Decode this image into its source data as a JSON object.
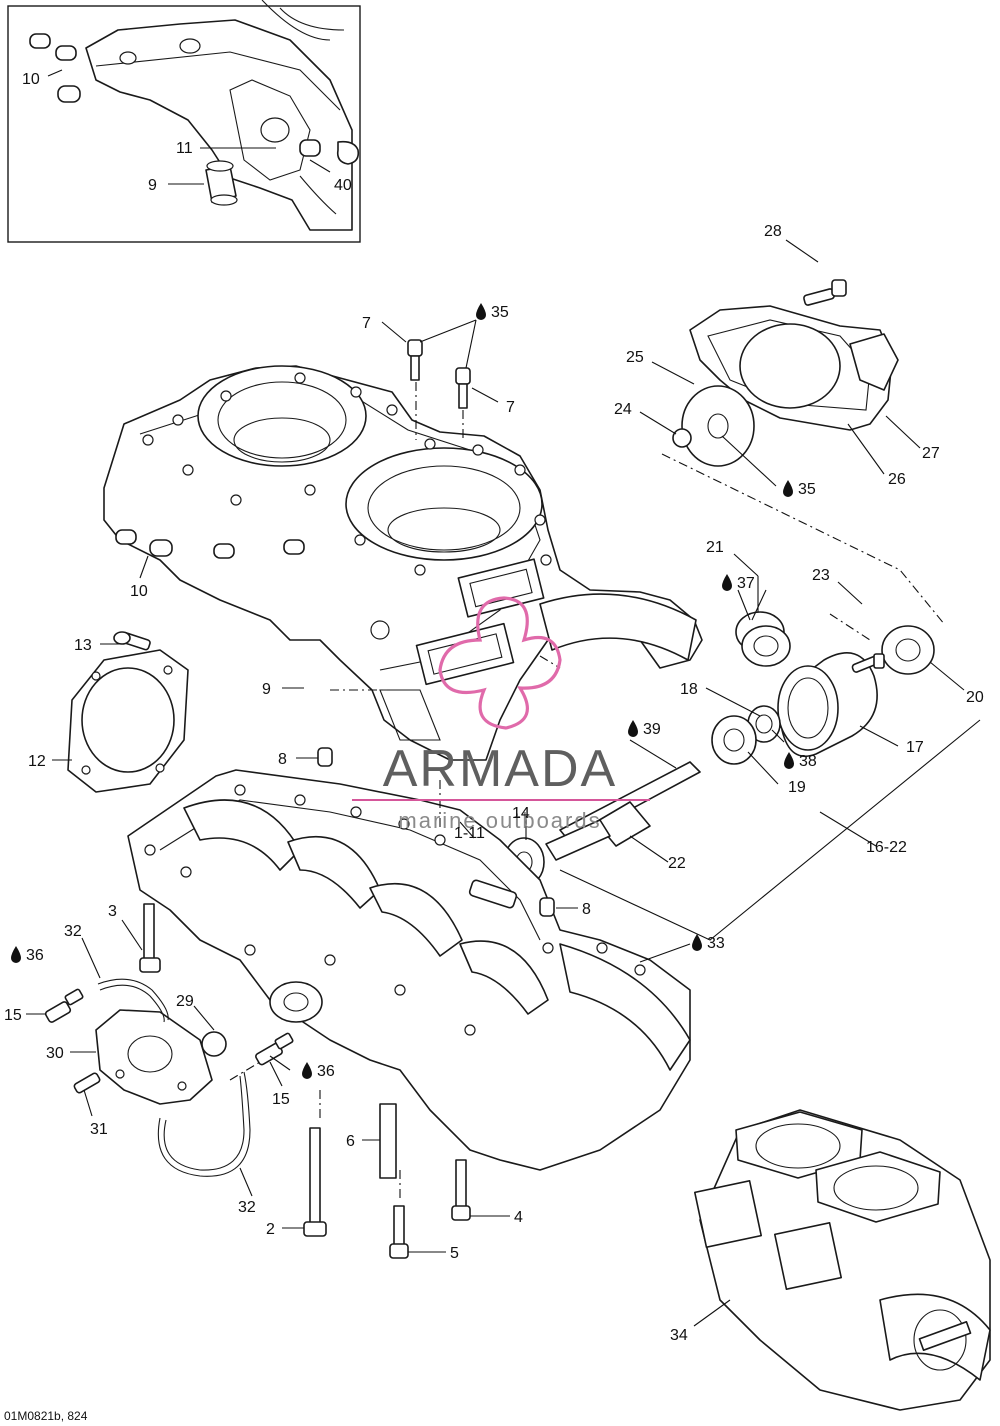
{
  "inset_callouts": [
    "10",
    "11",
    "9",
    "40"
  ],
  "callouts": [
    "28",
    "7",
    "35",
    "7",
    "25",
    "24",
    "27",
    "26",
    "35",
    "10",
    "21",
    "37",
    "23",
    "13",
    "9",
    "12",
    "18",
    "20",
    "17",
    "39",
    "38",
    "19",
    "8",
    "1-11",
    "14",
    "22",
    "16-22",
    "8",
    "3",
    "32",
    "33",
    "36",
    "15",
    "29",
    "30",
    "36",
    "15",
    "31",
    "6",
    "32",
    "4",
    "2",
    "5",
    "34"
  ],
  "watermark": {
    "brand": "ARMADA",
    "tagline": "marine outboards"
  },
  "figure_code": "01M0821b, 824",
  "colors": {
    "line": "#1a1a1a",
    "watermark_pink": "#e06aaa",
    "watermark_gray": "#5f5f5f"
  }
}
